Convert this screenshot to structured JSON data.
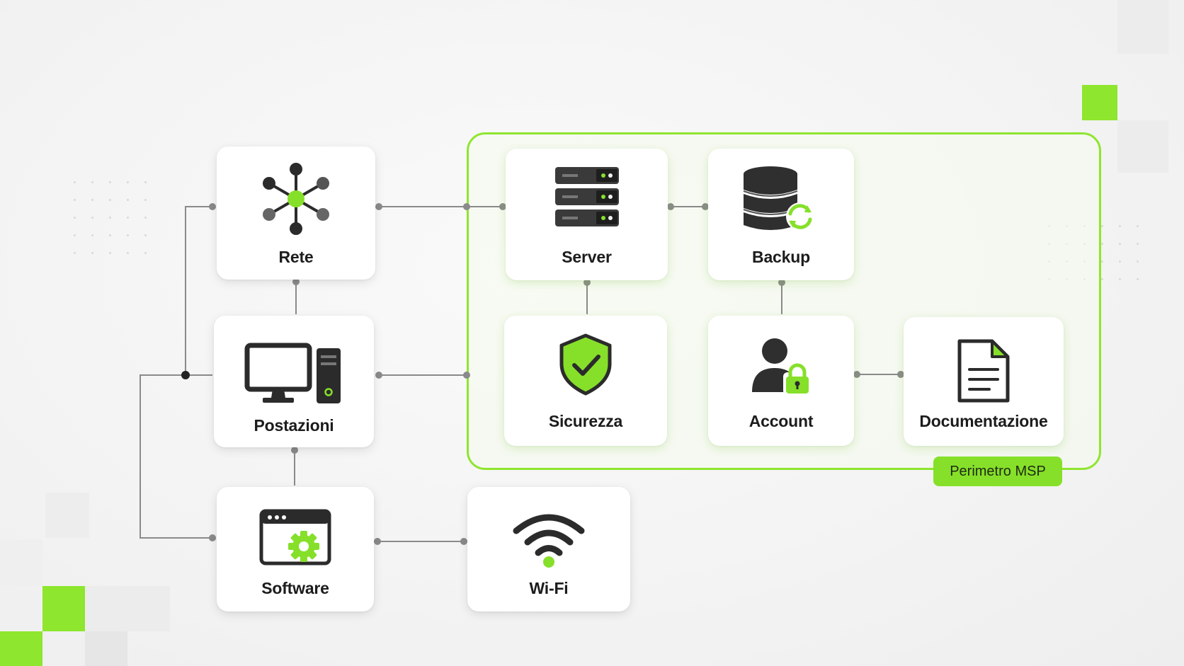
{
  "nodes": {
    "rete": {
      "label": "Rete",
      "icon": "network-hub-icon"
    },
    "postazioni": {
      "label": "Postazioni",
      "icon": "desktop-computer-icon"
    },
    "software": {
      "label": "Software",
      "icon": "software-settings-icon"
    },
    "wifi": {
      "label": "Wi-Fi",
      "icon": "wifi-icon"
    },
    "server": {
      "label": "Server",
      "icon": "server-rack-icon"
    },
    "backup": {
      "label": "Backup",
      "icon": "database-backup-icon"
    },
    "sicurezza": {
      "label": "Sicurezza",
      "icon": "shield-check-icon"
    },
    "account": {
      "label": "Account",
      "icon": "user-lock-icon"
    },
    "documentazione": {
      "label": "Documentazione",
      "icon": "document-icon"
    }
  },
  "perimeter": {
    "label": "Perimetro MSP"
  },
  "colors": {
    "accent": "#86e02a",
    "dark": "#2b2b2b",
    "line": "#8a8a8a"
  }
}
